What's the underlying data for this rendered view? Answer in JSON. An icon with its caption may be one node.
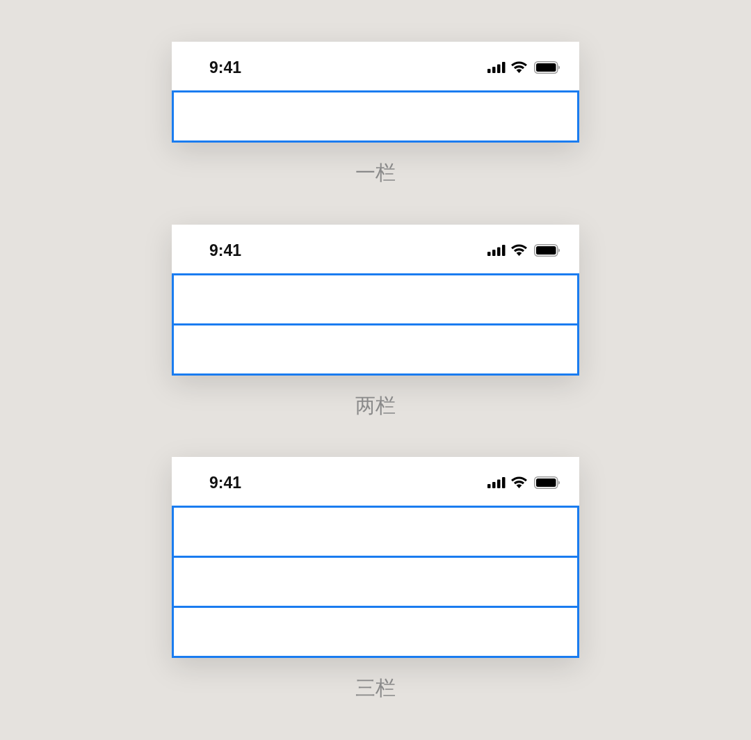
{
  "diagram": {
    "nodes": [
      {
        "text": [
          "9:41"
        ],
        "beside": [
          "一栏"
        ]
      },
      {
        "text": [],
        "shape": "box",
        "in": 0
      },
      {
        "text": [
          "9:41"
        ],
        "beside": [
          "两栏"
        ]
      },
      {
        "text": [],
        "shape": "box",
        "in": 2
      },
      {
        "text": [],
        "shape": "box",
        "in": 2
      },
      {
        "text": [
          "9:41"
        ],
        "beside": [
          "三栏"
        ]
      },
      {
        "text": [],
        "shape": "box",
        "in": 5
      },
      {
        "text": [],
        "shape": "box",
        "in": 5
      },
      {
        "text": [],
        "shape": "box",
        "in": 5
      }
    ]
  }
}
